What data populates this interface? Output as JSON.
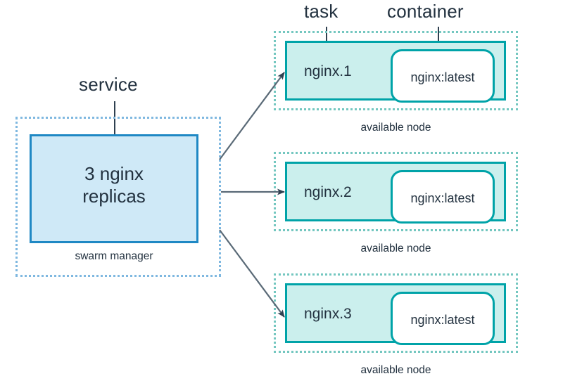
{
  "diagram": {
    "title_annotations": {
      "service": "service",
      "task": "task",
      "container": "container"
    },
    "service": {
      "box_text_line1": "3 nginx",
      "box_text_line2": "replicas",
      "caption": "swarm manager",
      "fill_color": "#cfe9f7",
      "border_color": "#1f88c4",
      "outer_border_color": "#7fb8e0"
    },
    "nodes": [
      {
        "task_label": "nginx.1",
        "container_label": "nginx:latest",
        "caption": "available node"
      },
      {
        "task_label": "nginx.2",
        "container_label": "nginx:latest",
        "caption": "available node"
      },
      {
        "task_label": "nginx.3",
        "container_label": "nginx:latest",
        "caption": "available node"
      }
    ],
    "node_style": {
      "task_fill": "#cbefed",
      "task_border": "#00a3a8",
      "container_fill": "#ffffff",
      "container_border": "#00a3a8",
      "outer_border_color": "#74c7c0"
    },
    "arrow_color": "#5a6a77",
    "arrow_head_color": "#2f4050",
    "arrow_count": 3
  }
}
